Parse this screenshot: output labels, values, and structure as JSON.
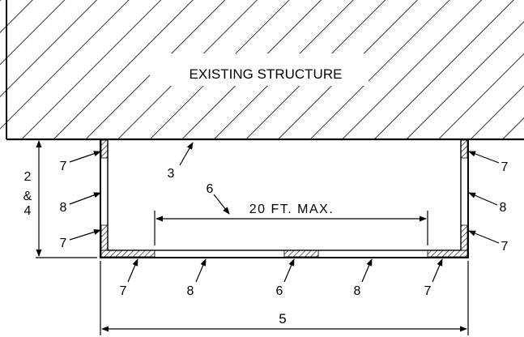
{
  "structure": {
    "label": "EXISTING STRUCTURE"
  },
  "dimensions": {
    "max_span": "20 FT. MAX.",
    "overall": "5",
    "depth_top": "2",
    "depth_mid": "&",
    "depth_bottom": "4"
  },
  "callouts": {
    "top_wall": "3",
    "span_arrow": "6",
    "left_top": "7",
    "left_mid": "8",
    "left_bottom": "7",
    "right_top": "7",
    "right_mid": "8",
    "right_bottom": "7",
    "bottom_1": "7",
    "bottom_2": "8",
    "bottom_3": "6",
    "bottom_4": "8",
    "bottom_5": "7"
  }
}
